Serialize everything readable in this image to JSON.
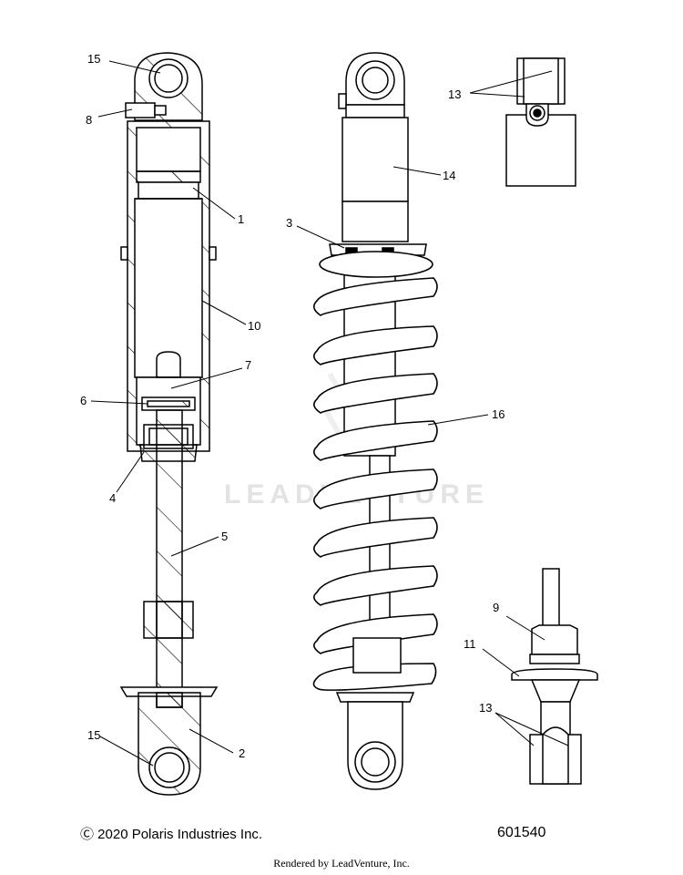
{
  "diagram": {
    "callouts": [
      "15",
      "8",
      "1",
      "10",
      "7",
      "6",
      "4",
      "5",
      "15",
      "2",
      "3",
      "14",
      "16",
      "13",
      "9",
      "11",
      "13"
    ]
  },
  "watermark": "LEADVENTURE",
  "footer": {
    "copyright": "Ⓒ 2020 Polaris Industries Inc.",
    "document_number": "601540",
    "rendered_by": "Rendered by LeadVenture, Inc."
  }
}
